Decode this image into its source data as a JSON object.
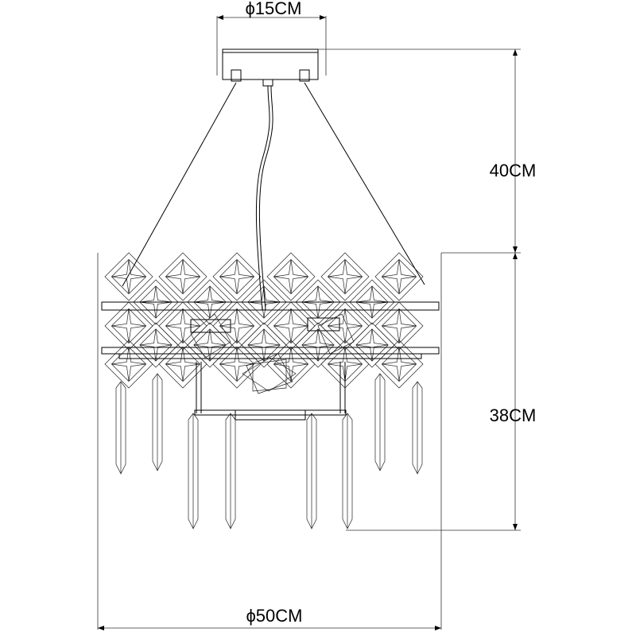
{
  "dimensions": {
    "canopy_diameter": "ϕ15CM",
    "suspension_height": "40CM",
    "body_height": "38CM",
    "body_diameter": "ϕ50CM"
  }
}
